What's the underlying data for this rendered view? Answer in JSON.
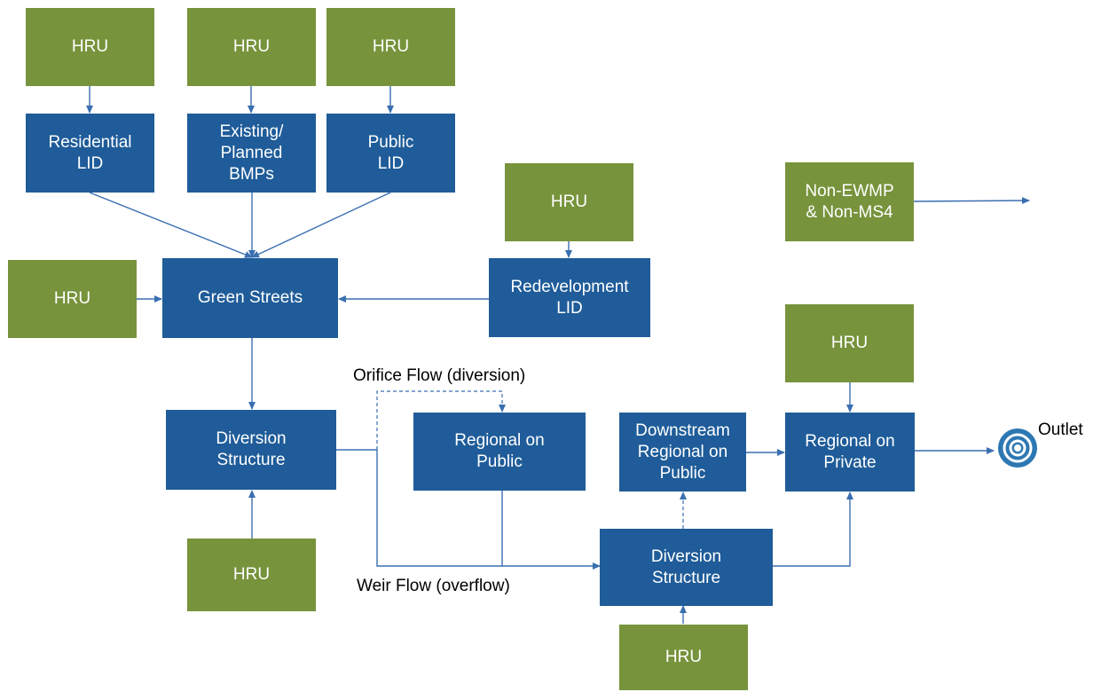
{
  "colors": {
    "hru": "#77933c",
    "bmp": "#1f5c99",
    "arrow": "#3a6fb0",
    "background": "#ffffff"
  },
  "nodes": {
    "hru_top_1": "HRU",
    "hru_top_2": "HRU",
    "hru_top_3": "HRU",
    "residential_lid": "Residential\nLID",
    "existing_planned_bmps": "Existing/\nPlanned\nBMPs",
    "public_lid": "Public\nLID",
    "hru_redevelopment": "HRU",
    "non_ewmp": "Non-EWMP\n& Non-MS4",
    "hru_left": "HRU",
    "green_streets": "Green Streets",
    "redevelopment_lid": "Redevelopment\nLID",
    "hru_private": "HRU",
    "diversion_structure_1": "Diversion\nStructure",
    "regional_on_public": "Regional on\nPublic",
    "downstream_regional_on_public": "Downstream\nRegional on\nPublic",
    "regional_on_private": "Regional on\nPrivate",
    "hru_bottom_left": "HRU",
    "diversion_structure_2": "Diversion\nStructure",
    "hru_bottom_right": "HRU"
  },
  "flow_labels": {
    "orifice_flow": "Orifice Flow (diversion)",
    "weir_flow": "Weir Flow (overflow)"
  },
  "outlet": {
    "label": "Outlet",
    "icon": "target-icon"
  }
}
